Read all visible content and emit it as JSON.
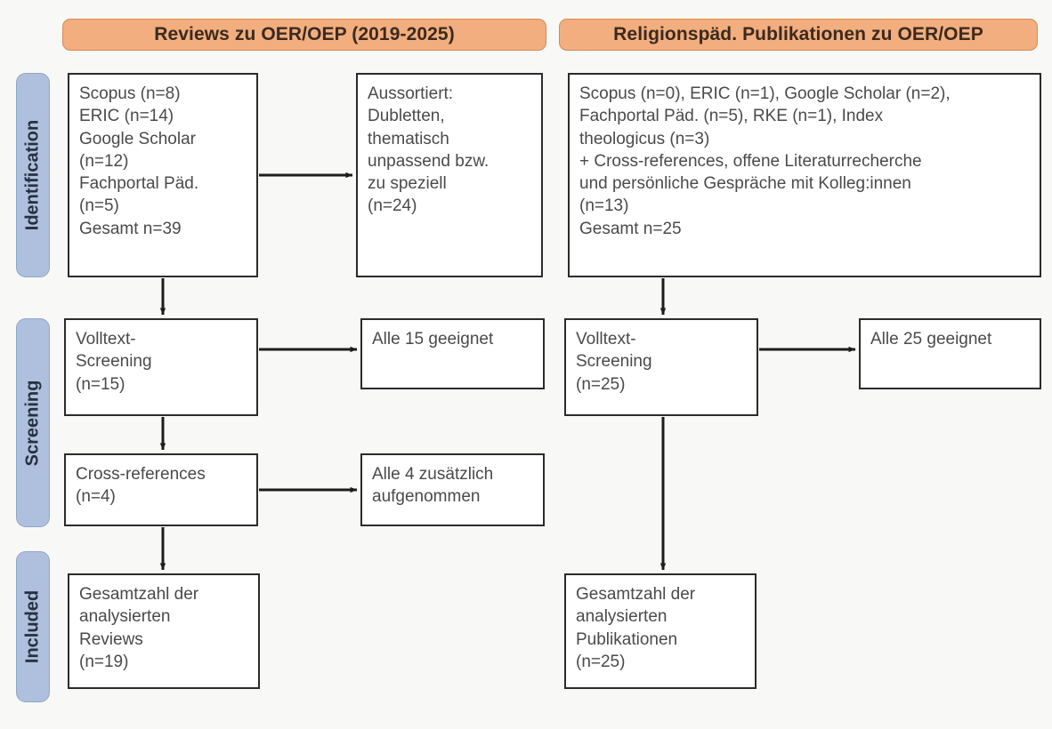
{
  "headers": {
    "left": "Reviews zu OER/OEP (2019-2025)",
    "right": "Religionspäd. Publikationen zu OER/OEP"
  },
  "stages": [
    {
      "id": "identification",
      "label": "Identification"
    },
    {
      "id": "screening",
      "label": "Screening"
    },
    {
      "id": "included",
      "label": "Included"
    }
  ],
  "colors": {
    "header_fill": "#f2ae7e",
    "header_border": "#d98a52",
    "stage_fill": "#aec0dd",
    "stage_border": "#8fa6ca",
    "box_border": "#2b2b2b",
    "box_fill": "#ffffff",
    "text": "#4a4a4a",
    "background": "#f8f8f6"
  },
  "left_column": {
    "sources": "Scopus (n=8)\nERIC (n=14)\nGoogle Scholar\n(n=12)\nFachportal Päd.\n(n=5)\nGesamt n=39",
    "excluded": "Aussortiert:\nDubletten,\nthematisch\nunpassend bzw.\nzu speziell\n(n=24)",
    "fulltext_screening": "Volltext-\nScreening\n(n=15)",
    "all_suitable": "Alle 15 geeignet",
    "cross_references": "Cross-references\n(n=4)",
    "cross_references_added": "Alle 4 zusätzlich\naufgenommen",
    "included_total": "Gesamtzahl der\nanalysierten\nReviews\n(n=19)"
  },
  "right_column": {
    "sources": "Scopus (n=0), ERIC (n=1), Google Scholar (n=2),\nFachportal Päd. (n=5), RKE (n=1), Index\ntheologicus (n=3)\n+ Cross-references, offene Literaturrecherche\nund persönliche Gespräche mit Kolleg:innen\n(n=13)\nGesamt n=25",
    "fulltext_screening": "Volltext-\nScreening\n(n=25)",
    "all_suitable": "Alle 25 geeignet",
    "included_total": "Gesamtzahl der\nanalysierten\nPublikationen\n(n=25)"
  },
  "counts": {
    "left_scopus": 8,
    "left_eric": 14,
    "left_google_scholar": 12,
    "left_fachportal": 5,
    "left_total_identified": 39,
    "left_excluded": 24,
    "left_fulltext_screened": 15,
    "left_suitable": 15,
    "left_cross_references": 4,
    "left_cross_references_added": 4,
    "left_included": 19,
    "right_scopus": 0,
    "right_eric": 1,
    "right_google_scholar": 2,
    "right_fachportal": 5,
    "right_rke": 1,
    "right_index_theologicus": 3,
    "right_additional_sources": 13,
    "right_total_identified": 25,
    "right_fulltext_screened": 25,
    "right_suitable": 25,
    "right_included": 25
  }
}
